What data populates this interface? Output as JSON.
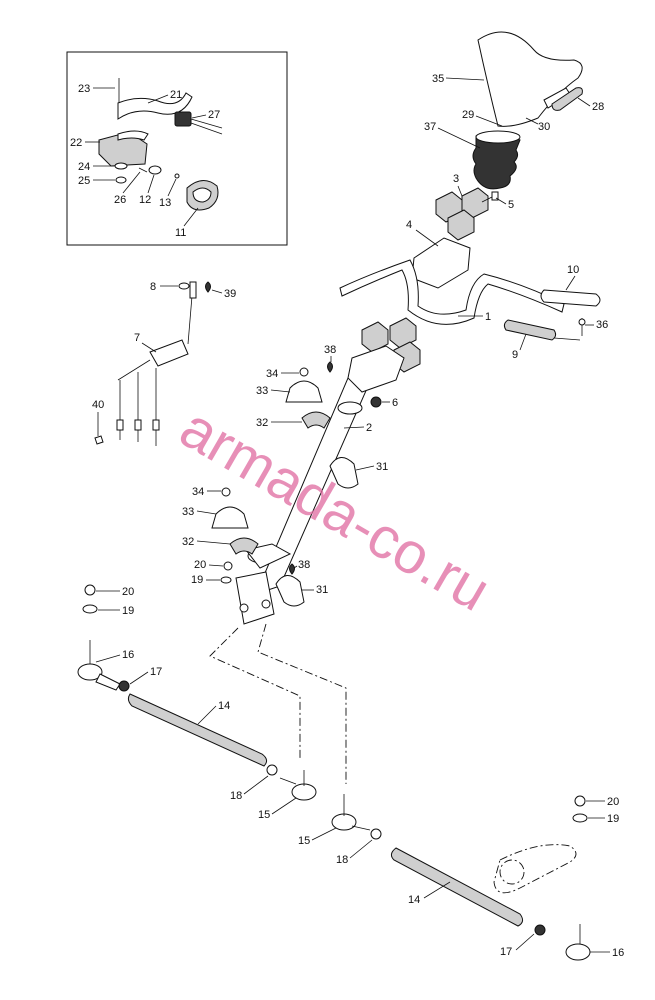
{
  "watermark": "armada-co.ru",
  "inset_callouts": [
    "23",
    "21",
    "27",
    "22",
    "24",
    "25",
    "26",
    "12",
    "13",
    "11"
  ],
  "main_callouts": [
    "35",
    "29",
    "30",
    "28",
    "37",
    "3",
    "5",
    "4",
    "10",
    "1",
    "36",
    "9",
    "8",
    "39",
    "7",
    "40",
    "38",
    "34",
    "33",
    "32",
    "6",
    "2",
    "31",
    "34",
    "33",
    "32",
    "20",
    "38",
    "19",
    "31",
    "20",
    "19",
    "16",
    "17",
    "14",
    "18",
    "15",
    "15",
    "18",
    "14",
    "20",
    "19",
    "17",
    "16"
  ]
}
